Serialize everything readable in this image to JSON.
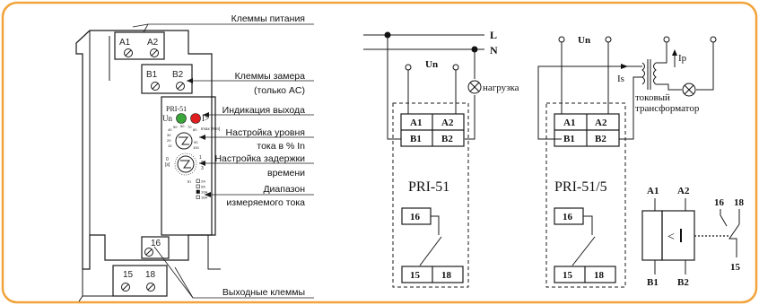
{
  "device": {
    "model": "PRI-51",
    "un_label": "Un",
    "i_label": "I>",
    "imax_label": "Imax [%In]",
    "t_label": "[s]",
    "dial1_ticks": [
      "40",
      "50",
      "60",
      "70",
      "80",
      "90",
      "100",
      "30",
      "20",
      "10"
    ],
    "dial2_ticks": [
      "1",
      "2",
      "3",
      "4",
      "5",
      "0"
    ],
    "ranges": [
      "2A",
      "5A",
      "10A",
      "16A"
    ],
    "range_prefix": "In"
  },
  "terminals": {
    "a1": "A1",
    "a2": "A2",
    "b1": "B1",
    "b2": "B2",
    "t15": "15",
    "t16": "16",
    "t18": "18"
  },
  "callouts": {
    "power": "Клеммы питания",
    "measure_line1": "Клеммы замера",
    "measure_line2": "(только AC)",
    "indication": "Индикация выхода",
    "level_line1": "Настройка уровня",
    "level_line2": "тока в % In",
    "delay_line1": "Настройка задержки",
    "delay_line2": "времени",
    "range_line1": "Диапазон",
    "range_line2": "измеряемого тока",
    "output": "Выходные клеммы"
  },
  "diagram1": {
    "L": "L",
    "N": "N",
    "un": "Un",
    "load": "нагрузка",
    "model": "PRI-51"
  },
  "diagram2": {
    "un": "Un",
    "ip": "Ip",
    "is": "Is",
    "ct_line1": "токовый",
    "ct_line2": "трансформатор",
    "model": "PRI-51/5"
  },
  "symbol": {
    "a1": "A1",
    "a2": "A2",
    "b1": "B1",
    "b2": "B2",
    "t16": "16",
    "t18": "18",
    "t15": "15",
    "mark": "<"
  },
  "colors": {
    "frame": "#f2a33a",
    "led_green": "#3aa63a",
    "led_red": "#e02020"
  }
}
